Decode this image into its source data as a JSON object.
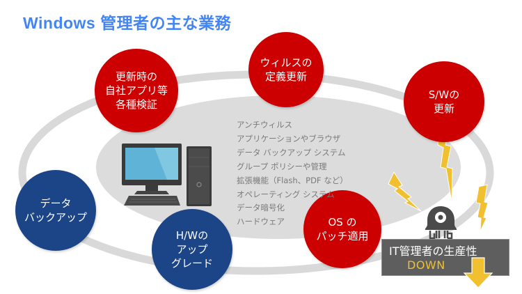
{
  "title": "Windows 管理者の主な業務",
  "colors": {
    "title": "#4285f4",
    "red_bubble": "#cc0000",
    "blue_bubble": "#1c4587",
    "ring": "#d9d9d9",
    "inner_ellipse": "#dcdcdc",
    "list_text": "#7a7a7a",
    "lightning": "#f0c030",
    "box": "#5e5e5e"
  },
  "bubbles": {
    "verification": {
      "lines": [
        "更新時の",
        "自社アプリ等",
        "各種検証"
      ],
      "color": "red"
    },
    "virus": {
      "lines": [
        "ウィルスの",
        "定義更新"
      ],
      "color": "red"
    },
    "software": {
      "lines": [
        "S/Wの",
        "更新"
      ],
      "color": "red"
    },
    "os_patch": {
      "lines": [
        "OS の",
        "パッチ適用"
      ],
      "color": "red"
    },
    "backup": {
      "lines": [
        "データ",
        "バックアップ"
      ],
      "color": "blue"
    },
    "hardware": {
      "lines": [
        "H/Wの",
        "アップ",
        "グレード"
      ],
      "color": "blue"
    }
  },
  "managed_items": [
    "アンチウィルス",
    "アプリケーションやブラウザ",
    "データ バックアップ システム",
    "グループ ポリシーや管理",
    "拡張機能（Flash、PDF など）",
    "オペレーティング システム",
    "データ暗号化",
    "ハードウェア"
  ],
  "productivity": {
    "label": "IT管理者の生産性",
    "status": "DOWN"
  },
  "icons": {
    "computer": "desktop-computer-icon",
    "mascot": "mascot-icon",
    "lightning": "lightning-bolt-icon",
    "arrow": "arrow-down-icon"
  }
}
